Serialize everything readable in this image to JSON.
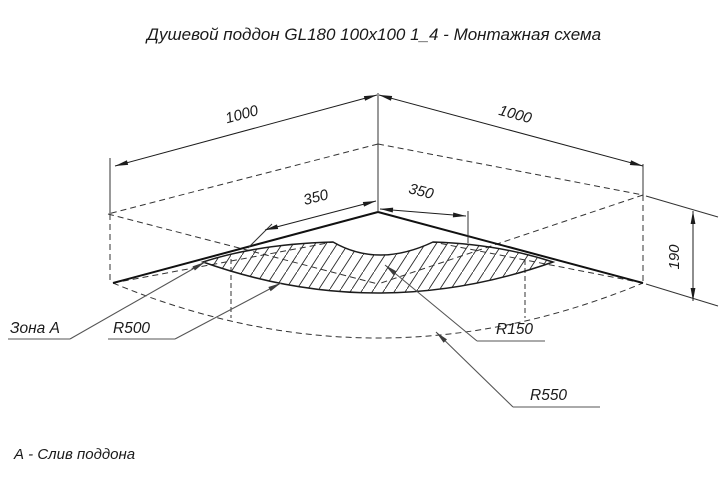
{
  "header": {
    "title": "Душевой поддон GL180 100x100 1_4 - Монтажная схема"
  },
  "dims": {
    "left_width": "1000",
    "right_width": "1000",
    "left_offset": "350",
    "right_offset": "350",
    "height": "190"
  },
  "labels": {
    "zone": "Зона А",
    "r500": "R500",
    "r150": "R150",
    "r550": "R550"
  },
  "footer": {
    "note": "А - Слив поддона"
  },
  "colors": {
    "line": "#1c1c1c",
    "thin_line": "#333333",
    "leader": "#555555",
    "background": "#ffffff"
  }
}
